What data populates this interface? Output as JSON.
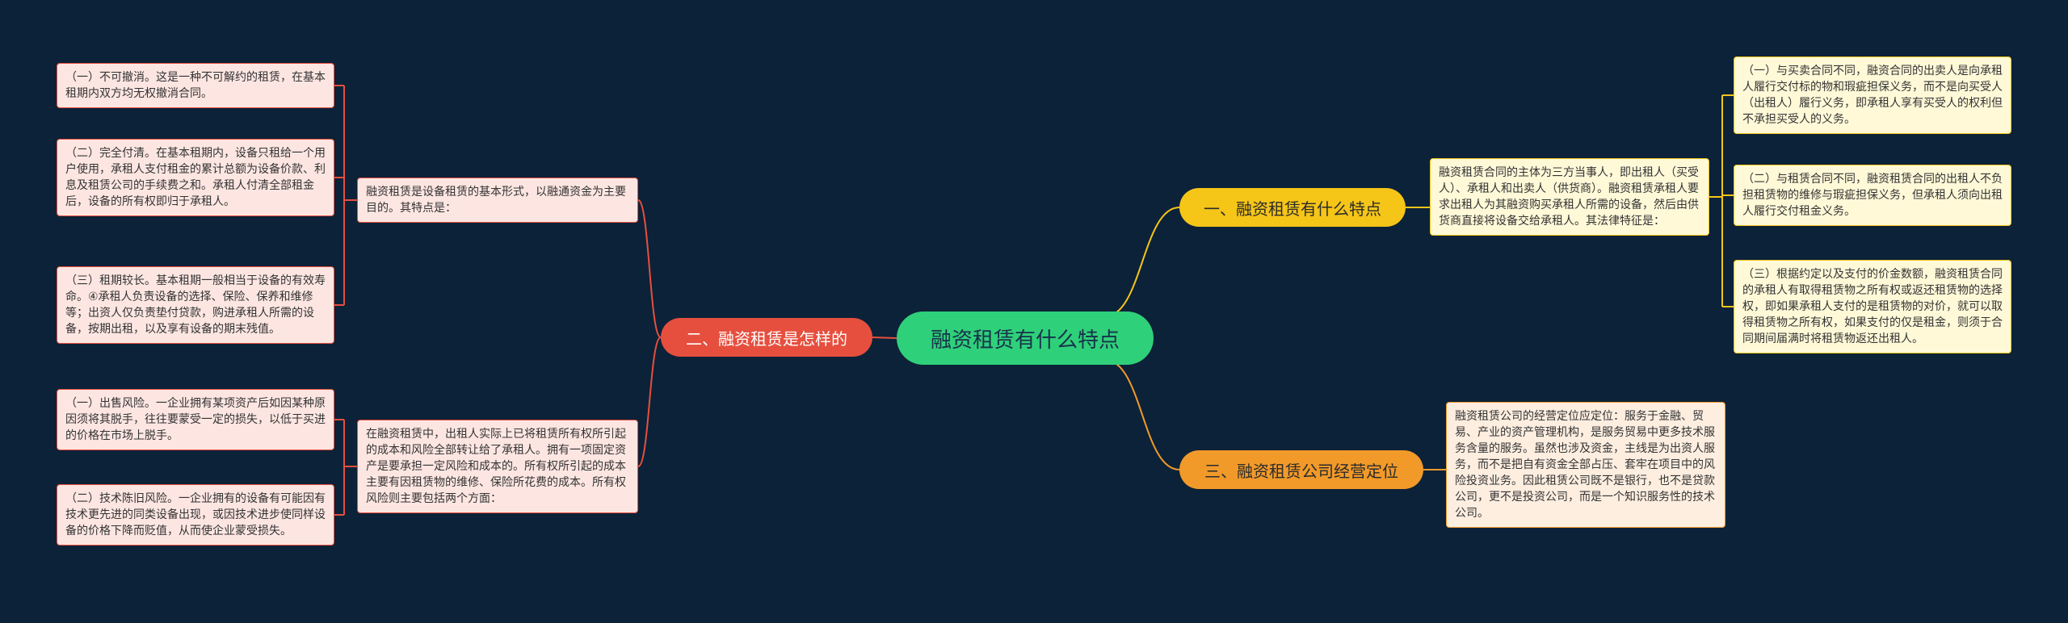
{
  "center": {
    "label": "融资租赁有什么特点"
  },
  "branches": [
    {
      "label": "一、融资租赁有什么特点",
      "summary": "融资租赁合同的主体为三方当事人，即出租人（买受人）、承租人和出卖人（供货商）。融资租赁承租人要求出租人为其融资购买承租人所需的设备，然后由供货商直接将设备交给承租人。其法律特征是：",
      "details": [
        "（一）与买卖合同不同，融资合同的出卖人是向承租人履行交付标的物和瑕疵担保义务，而不是向买受人（出租人）履行义务，即承租人享有买受人的权利但不承担买受人的义务。",
        "（二）与租赁合同不同，融资租赁合同的出租人不负担租赁物的维修与瑕疵担保义务，但承租人须向出租人履行交付租金义务。",
        "（三）根据约定以及支付的价金数额，融资租赁合同的承租人有取得租赁物之所有权或返还租赁物的选择权，即如果承租人支付的是租赁物的对价，就可以取得租赁物之所有权，如果支付的仅是租金，则须于合同期间届满时将租赁物返还出租人。"
      ]
    },
    {
      "label": "二、融资租赁是怎样的",
      "groups": [
        {
          "summary": "融资租赁是设备租赁的基本形式，以融通资金为主要目的。其特点是：",
          "details": [
            "（一）不可撤消。这是一种不可解约的租赁，在基本租期内双方均无权撤消合同。",
            "（二）完全付清。在基本租期内，设备只租给一个用户使用，承租人支付租金的累计总额为设备价款、利息及租赁公司的手续费之和。承租人付清全部租金后，设备的所有权即归于承租人。",
            "（三）租期较长。基本租期一般相当于设备的有效寿命。④承租人负责设备的选择、保险、保养和维修等；出资人仅负责垫付贷款，购进承租人所需的设备，按期出租，以及享有设备的期末残值。"
          ]
        },
        {
          "summary": "在融资租赁中，出租人实际上已将租赁所有权所引起的成本和风险全部转让给了承租人。拥有一项固定资产是要承担一定风险和成本的。所有权所引起的成本主要有因租赁物的维修、保险所花费的成本。所有权风险则主要包括两个方面：",
          "details": [
            "（一）出售风险。一企业拥有某项资产后如因某种原因须将其脱手，往往要蒙受一定的损失，以低于买进的价格在市场上脱手。",
            "（二）技术陈旧风险。一企业拥有的设备有可能因有技术更先进的同类设备出现，或因技术进步使同样设备的价格下降而贬值，从而使企业蒙受损失。"
          ]
        }
      ]
    },
    {
      "label": "三、融资租赁公司经营定位",
      "summary": "融资租赁公司的经营定位应定位：服务于金融、贸易、产业的资产管理机构，是服务贸易中更多技术服务含量的服务。虽然也涉及资金，主线是为出资人服务，而不是把自有资金全部占压、套牢在项目中的风险投资业务。因此租赁公司既不是银行，也不是贷款公司，更不是投资公司，而是一个知识服务性的技术公司。"
    }
  ],
  "colors": {
    "background": "#0c2238",
    "center": "#2fd07a",
    "branch1": "#f5c518",
    "branch2": "#e64f3e",
    "branch3": "#f19a2a"
  }
}
